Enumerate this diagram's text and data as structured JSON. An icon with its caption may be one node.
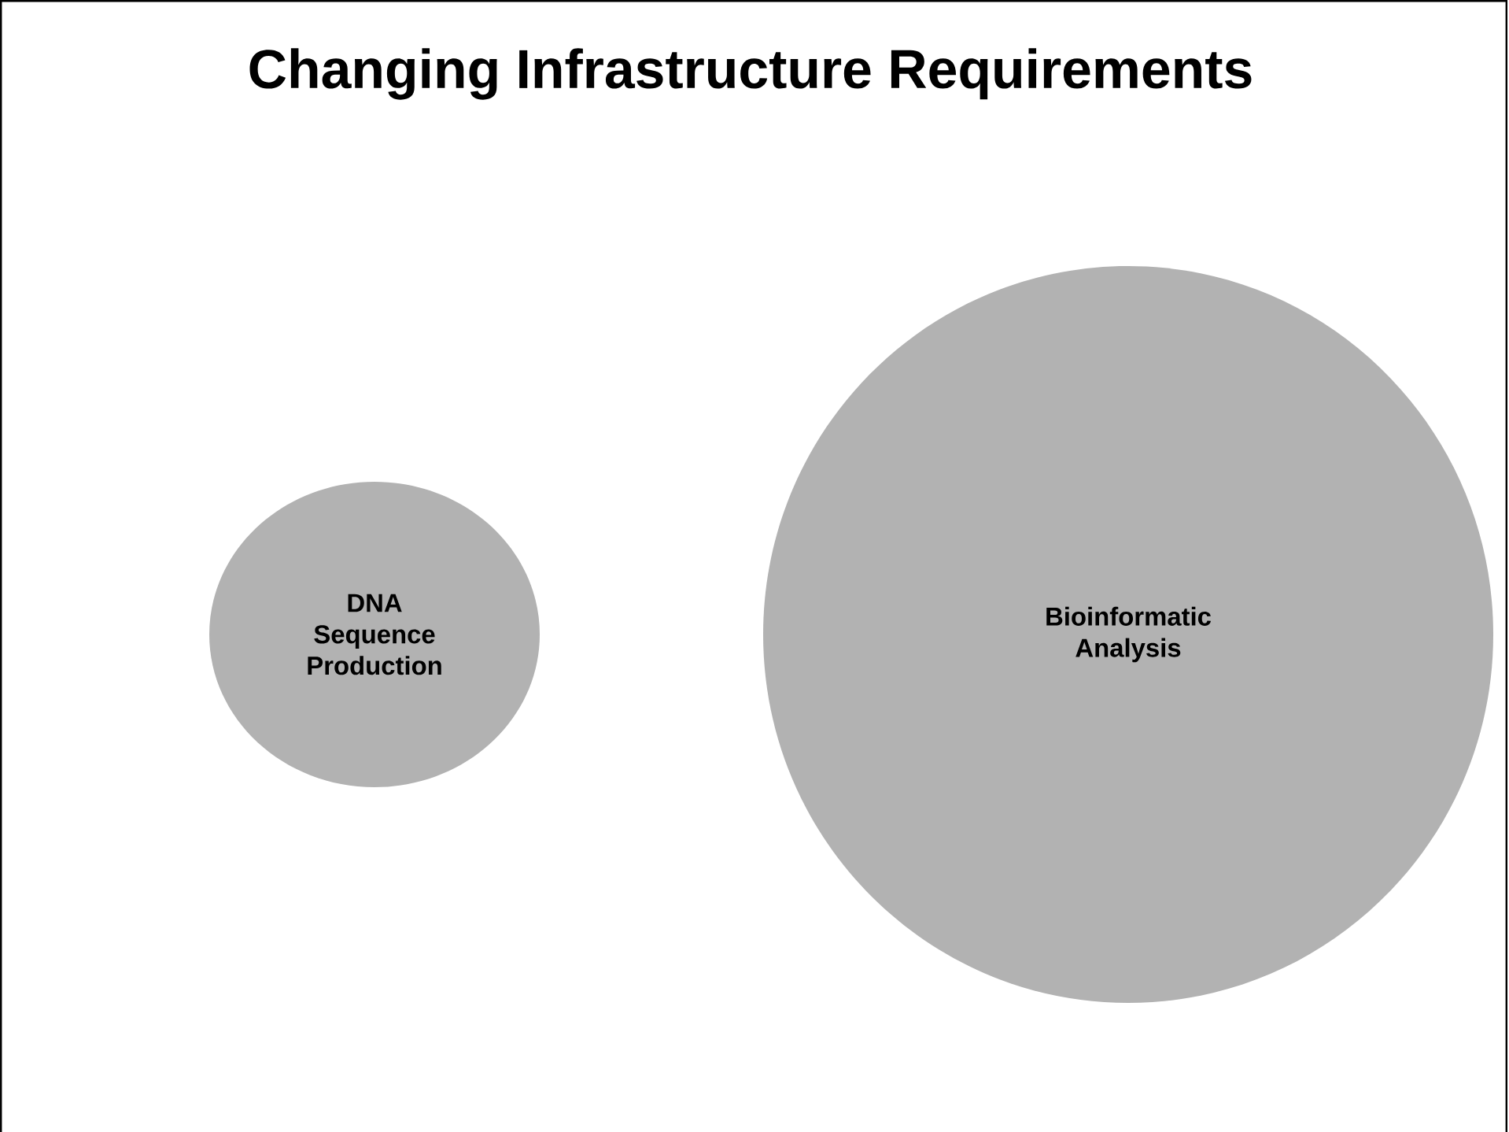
{
  "diagram": {
    "title": "Changing Infrastructure Requirements",
    "nodes": [
      {
        "text": [
          "DNA Sequence Production"
        ]
      },
      {
        "text": [
          "Bioinformatic Analysis"
        ]
      }
    ]
  }
}
